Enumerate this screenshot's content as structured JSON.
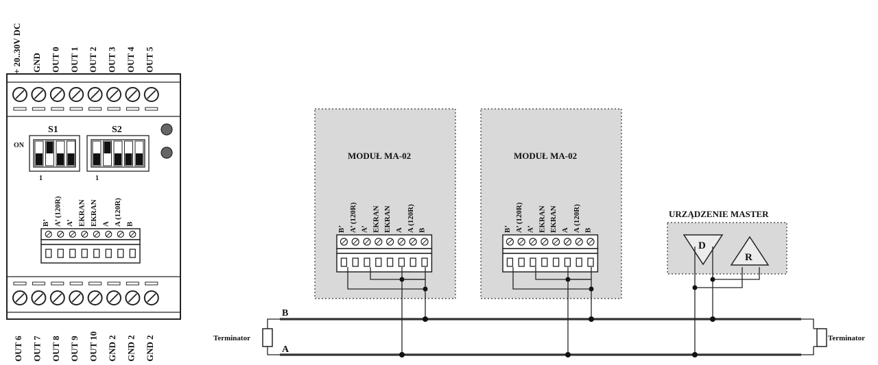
{
  "device": {
    "power_label": "+ 20..30V DC",
    "top_labels": [
      "GND",
      "OUT 0",
      "OUT 1",
      "OUT 2",
      "OUT 3",
      "OUT 4",
      "OUT 5"
    ],
    "bottom_labels": [
      "OUT 6",
      "OUT 7",
      "OUT 8",
      "OUT 9",
      "OUT 10",
      "GND 2",
      "GND 2",
      "GND 2"
    ],
    "switch_labels": [
      "S1",
      "S2"
    ],
    "on_label": "ON",
    "switch_index_label": "1",
    "connector_labels": [
      "B’",
      "A’ (120R)",
      "A’",
      "EKRAN",
      "EKRAN",
      "A",
      "A (120R)",
      "B"
    ]
  },
  "modules": [
    {
      "title": "MODUŁ MA-02",
      "connector_labels": [
        "B’",
        "A’ (120R)",
        "A’",
        "EKRAN",
        "EKRAN",
        "A",
        "A (120R)",
        "B"
      ]
    },
    {
      "title": "MODUŁ MA-02",
      "connector_labels": [
        "B’",
        "A’ (120R)",
        "A’",
        "EKRAN",
        "EKRAN",
        "A",
        "A (120R)",
        "B"
      ]
    }
  ],
  "master": {
    "title": "URZĄDZENIE MASTER",
    "driver": "D",
    "receiver": "R"
  },
  "bus": {
    "line_b": "B",
    "line_a": "A",
    "terminator_left": "Terminator",
    "terminator_right": "Terminator"
  }
}
